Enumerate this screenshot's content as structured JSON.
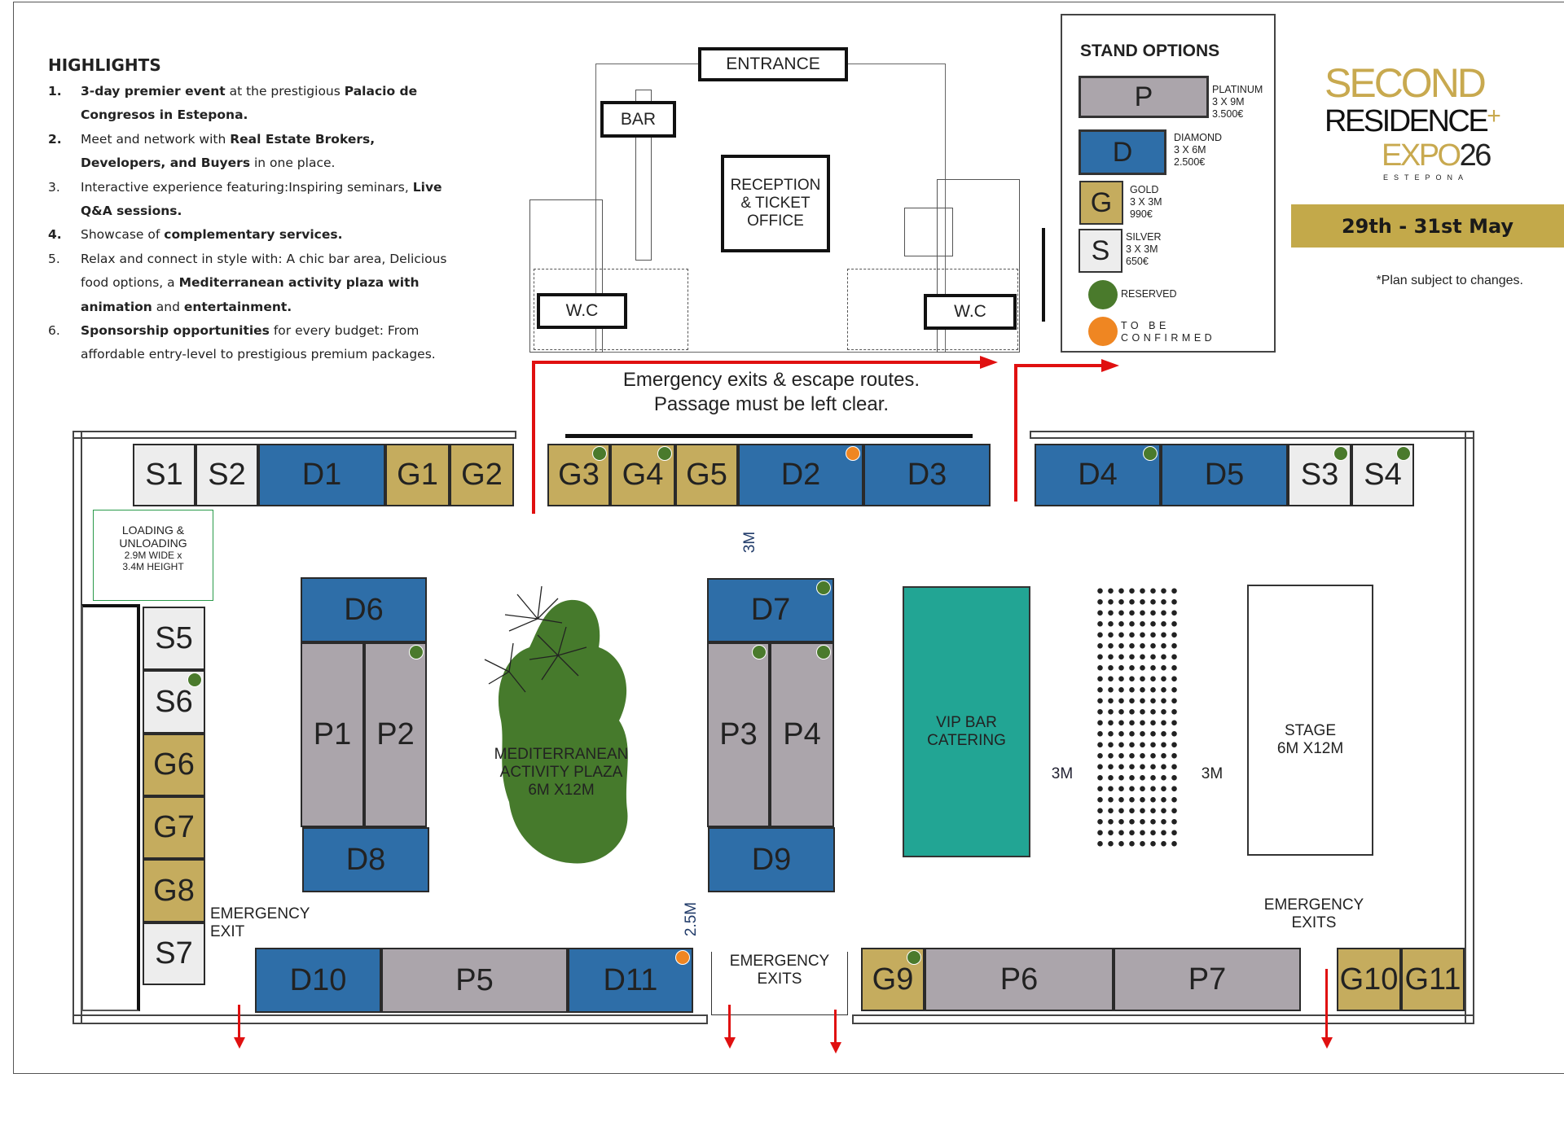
{
  "highlights": {
    "title": "HIGHLIGHTS",
    "items": [
      {
        "num": "1.",
        "bold_num": true,
        "parts": [
          {
            "t": "3-day premier event",
            "b": true
          },
          {
            "t": " at the prestigious "
          },
          {
            "t": "Palacio de Congresos in Estepona.",
            "b": true
          }
        ]
      },
      {
        "num": "2.",
        "bold_num": true,
        "parts": [
          {
            "t": "Meet and network with "
          },
          {
            "t": "Real Estate Brokers, Developers, and Buyers",
            "b": true
          },
          {
            "t": " in one place."
          }
        ]
      },
      {
        "num": "3.",
        "bold_num": false,
        "parts": [
          {
            "t": "Interactive experience featuring:Inspiring seminars, "
          },
          {
            "t": "Live Q&A sessions.",
            "b": true
          }
        ]
      },
      {
        "num": "4.",
        "bold_num": true,
        "parts": [
          {
            "t": "Showcase of "
          },
          {
            "t": "complementary services.",
            "b": true
          }
        ]
      },
      {
        "num": "5.",
        "bold_num": false,
        "parts": [
          {
            "t": "Relax and connect in style with: A chic bar area, Delicious food options, a "
          },
          {
            "t": "Mediterranean activity plaza with animation",
            "b": true
          },
          {
            "t": " and "
          },
          {
            "t": "entertainment.",
            "b": true
          }
        ]
      },
      {
        "num": "6.",
        "bold_num": false,
        "parts": [
          {
            "t": "Sponsorship opportunities",
            "b": true
          },
          {
            "t": " for every budget: From affordable entry-level to prestigious premium packages."
          }
        ]
      }
    ]
  },
  "legend": {
    "title": "STAND OPTIONS",
    "options": [
      {
        "letter": "P",
        "name": "PLATINUM",
        "size": "3 X 9M",
        "price": "3.500€"
      },
      {
        "letter": "D",
        "name": "DIAMOND",
        "size": "3 X 6M",
        "price": "2.500€"
      },
      {
        "letter": "G",
        "name": "GOLD",
        "size": "3 X 3M",
        "price": "990€"
      },
      {
        "letter": "S",
        "name": "SILVER",
        "size": "3 X 3M",
        "price": "650€"
      }
    ],
    "reserved": "RESERVED",
    "tbc": "TO BE CONFIRMED"
  },
  "colors": {
    "P": "#aba5ab",
    "D": "#2e6ea8",
    "G": "#c5ac5e",
    "S": "#ededed",
    "reserved": "#4a7a2c",
    "tbc": "#ef8622",
    "vip": "#22a594",
    "gold_band": "#c3a94a"
  },
  "logo": {
    "line1": "SECOND",
    "line2": "RESIDENCE",
    "plus": "+",
    "line3a": "EXPO",
    "line3b": "26",
    "line4": "ESTEPONA"
  },
  "dates": "29th - 31st May",
  "plan_note": "*Plan subject to changes.",
  "rooms": {
    "entrance": "ENTRANCE",
    "bar": "BAR",
    "reception": "RECEPTION\n& TICKET\nOFFICE",
    "wc_left": "W.C",
    "wc_right": "W.C"
  },
  "labels": {
    "emergency_routes": "Emergency exits & escape routes.\nPassage must be left clear.",
    "loading": "LOADING &\nUNLOADING",
    "loading_dims": "2.9M WIDE x\n3.4M HEIGHT",
    "plaza": "MEDITERRANEAN\nACTIVITY PLAZA\n6M X12M",
    "vip": "VIP BAR\nCATERING",
    "stage": "STAGE\n6M X12M",
    "aisle_3m_a": "3M",
    "aisle_3m_b": "3M",
    "aisle_3m_c": "3M",
    "aisle_25m": "2.5M",
    "exits_right": "EMERGENCY\nEXITS",
    "exits_mid": "EMERGENCY\nEXITS",
    "exits_left": "EMERGENCY\nEXIT"
  },
  "stands": [
    {
      "id": "S1",
      "type": "S",
      "status": "available"
    },
    {
      "id": "S2",
      "type": "S",
      "status": "available"
    },
    {
      "id": "D1",
      "type": "D",
      "status": "available"
    },
    {
      "id": "G1",
      "type": "G",
      "status": "available"
    },
    {
      "id": "G2",
      "type": "G",
      "status": "available"
    },
    {
      "id": "G3",
      "type": "G",
      "status": "reserved"
    },
    {
      "id": "G4",
      "type": "G",
      "status": "reserved"
    },
    {
      "id": "G5",
      "type": "G",
      "status": "available"
    },
    {
      "id": "D2",
      "type": "D",
      "status": "tbc"
    },
    {
      "id": "D3",
      "type": "D",
      "status": "available"
    },
    {
      "id": "D4",
      "type": "D",
      "status": "reserved"
    },
    {
      "id": "D5",
      "type": "D",
      "status": "available"
    },
    {
      "id": "S3",
      "type": "S",
      "status": "reserved"
    },
    {
      "id": "S4",
      "type": "S",
      "status": "reserved"
    },
    {
      "id": "S5",
      "type": "S",
      "status": "available"
    },
    {
      "id": "S6",
      "type": "S",
      "status": "reserved"
    },
    {
      "id": "G6",
      "type": "G",
      "status": "available"
    },
    {
      "id": "G7",
      "type": "G",
      "status": "available"
    },
    {
      "id": "G8",
      "type": "G",
      "status": "available"
    },
    {
      "id": "S7",
      "type": "S",
      "status": "available"
    },
    {
      "id": "D6",
      "type": "D",
      "status": "available"
    },
    {
      "id": "P1",
      "type": "P",
      "status": "available"
    },
    {
      "id": "P2",
      "type": "P",
      "status": "reserved"
    },
    {
      "id": "D8",
      "type": "D",
      "status": "available"
    },
    {
      "id": "D7",
      "type": "D",
      "status": "reserved"
    },
    {
      "id": "P3",
      "type": "P",
      "status": "reserved"
    },
    {
      "id": "P4",
      "type": "P",
      "status": "reserved"
    },
    {
      "id": "D9",
      "type": "D",
      "status": "available"
    },
    {
      "id": "D10",
      "type": "D",
      "status": "available"
    },
    {
      "id": "P5",
      "type": "P",
      "status": "available"
    },
    {
      "id": "D11",
      "type": "D",
      "status": "tbc"
    },
    {
      "id": "G9",
      "type": "G",
      "status": "reserved"
    },
    {
      "id": "P6",
      "type": "P",
      "status": "available"
    },
    {
      "id": "P7",
      "type": "P",
      "status": "available"
    },
    {
      "id": "G10",
      "type": "G",
      "status": "available"
    },
    {
      "id": "G11",
      "type": "G",
      "status": "available"
    }
  ]
}
